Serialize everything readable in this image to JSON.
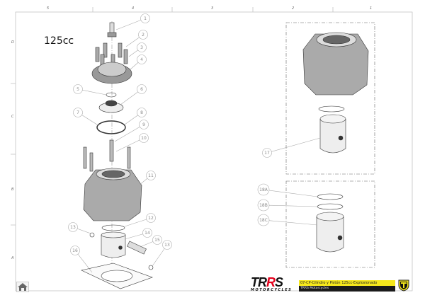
{
  "frame": {
    "columns": [
      "5",
      "4",
      "3",
      "2",
      "1"
    ],
    "rows": [
      "D",
      "C",
      "B",
      "A"
    ]
  },
  "drawing": {
    "label": "125cc",
    "callouts": [
      "1",
      "2",
      "3",
      "4",
      "5",
      "6",
      "7",
      "8",
      "9",
      "10",
      "11",
      "12",
      "13",
      "14",
      "15",
      "16",
      "13",
      "17",
      "18A",
      "18B",
      "18C"
    ]
  },
  "title_block": {
    "brand": "TRRS",
    "brand_sub": "MOTORCYCLES",
    "title": "07-CP-Cilindro y Pistón 125cc-Explosionado",
    "subtitle": "TRRS Motorcycles",
    "accent_color": "#f5e71c"
  },
  "nav": {
    "home_icon": "home-icon"
  }
}
